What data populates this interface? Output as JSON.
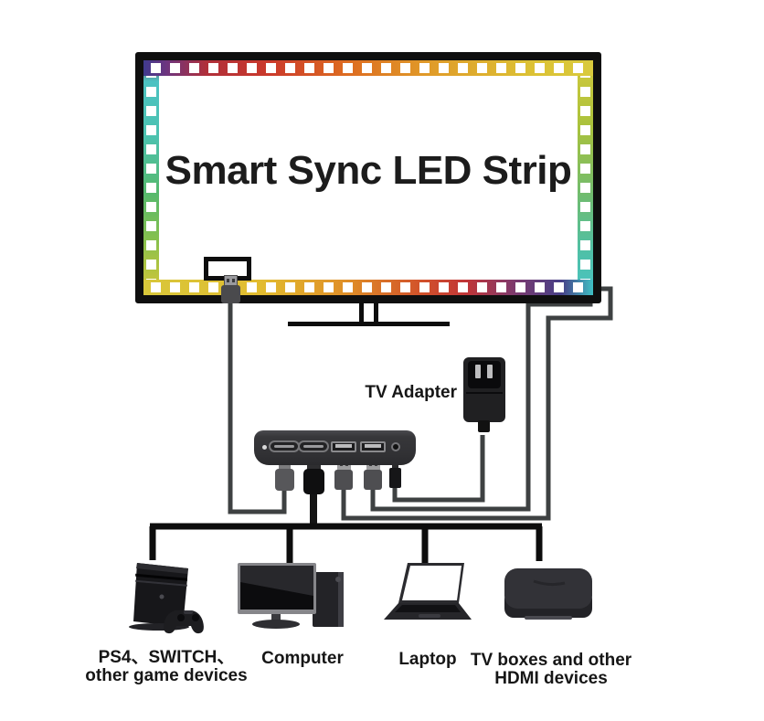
{
  "diagram": {
    "title": "Smart Sync LED Strip",
    "adapter_label": "TV Adapter",
    "devices": {
      "game_consoles": {
        "label_line1": "PS4、SWITCH、",
        "label_line2": "other game devices"
      },
      "computer": {
        "label_line1": "Computer"
      },
      "laptop": {
        "label_line1": "Laptop"
      },
      "tv_box": {
        "label_line1": "TV boxes and other",
        "label_line2": "HDMI devices"
      }
    },
    "colors": {
      "tv_frame": "#0f0f0f",
      "wire_gray": "#3e4142",
      "cable_black": "#141414",
      "bus_black": "#0d0d0d",
      "sync_box": "#313134",
      "led_strip_top": [
        "#3f3a8e",
        "#b02f3a",
        "#dd6b21",
        "#d9ca3d"
      ],
      "led_strip_right": [
        "#d2c93c",
        "#6fbc70",
        "#4ac4c4"
      ],
      "led_strip_bottom": [
        "#d8c73a",
        "#df8f28",
        "#c03538",
        "#474088",
        "#3fc0c4"
      ],
      "led_strip_left": [
        "#4cc2c2",
        "#55b96e",
        "#d6c63a"
      ]
    }
  }
}
